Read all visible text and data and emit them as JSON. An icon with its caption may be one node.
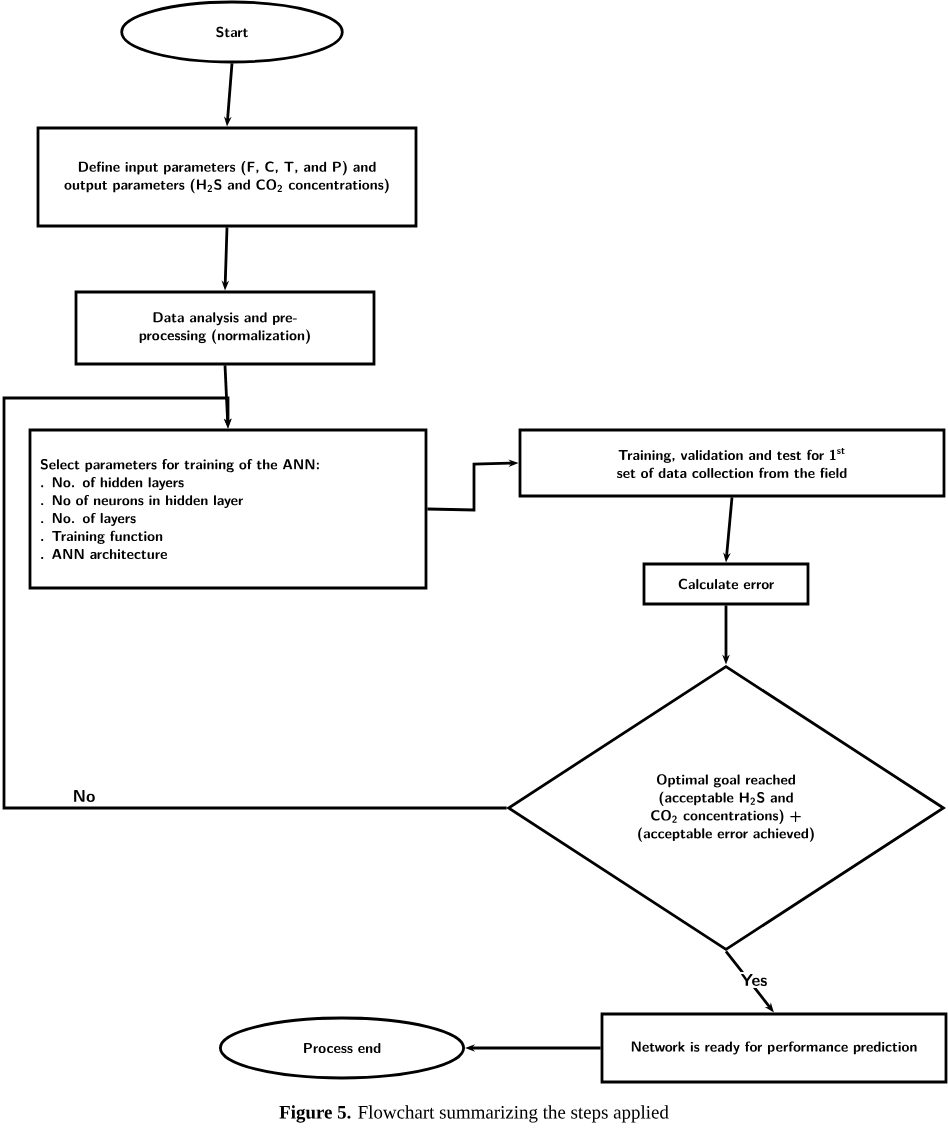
{
  "diagram": {
    "caption": "**Figure 5.** Flowchart summarizing the steps applied",
    "nodes": [
      {
        "text": [
          "Start"
        ]
      },
      {
        "text": [
          "Define input parameters (F, C, T, and P) and output parameters (H$_{2}$S and CO$_{2}$ concentrations)"
        ]
      },
      {
        "text": [
          "Data analysis and pre-processing (normalization)"
        ]
      },
      {
        "text": [
          "Select parameters for training of the ANN:",
          ". No. of hidden layers",
          ". No of neurons in hidden layer",
          ". No. of layers",
          ". Training function",
          ". ANN architecture"
        ]
      },
      {
        "text": [
          "Training, validation and test for 1$^{st}$ set of data collection from the field"
        ]
      },
      {
        "text": [
          "Calculate error"
        ]
      },
      {
        "text": [
          "Optimal goal reached (acceptable H$_{2}$S and CO$_{2}$ concentrations) + (acceptable error achieved)"
        ]
      },
      {
        "text": [
          "Network is ready for performance prediction"
        ]
      },
      {
        "text": [
          "Process end"
        ]
      }
    ],
    "edges": [
      {
        "from": 0,
        "to": 1,
        "arrow": "to"
      },
      {
        "from": 1,
        "to": 2,
        "arrow": "to"
      },
      {
        "from": 2,
        "to": 3,
        "arrow": "to"
      },
      {
        "from": 3,
        "to": 4,
        "arrow": "to"
      },
      {
        "from": 4,
        "to": 5,
        "arrow": "to"
      },
      {
        "from": 5,
        "to": 6,
        "arrow": "to"
      },
      {
        "from": 6,
        "to": 3,
        "arrow": "to",
        "label": "No"
      },
      {
        "from": 6,
        "to": 7,
        "arrow": "to",
        "label": "Yes"
      },
      {
        "from": 7,
        "to": 8,
        "arrow": "to"
      }
    ]
  }
}
